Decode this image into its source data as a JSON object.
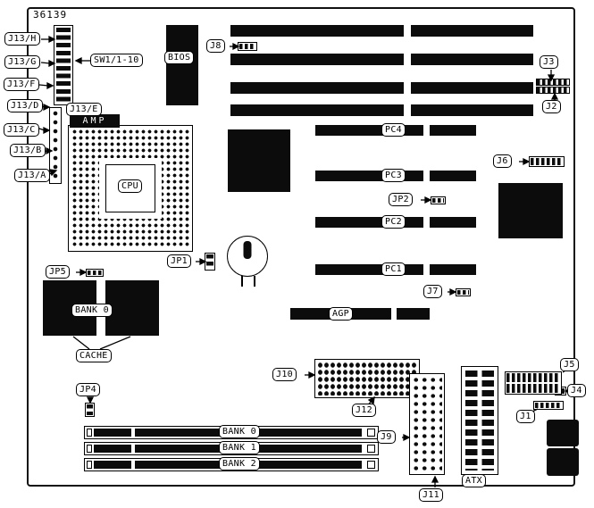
{
  "board": {
    "part_number": "36139"
  },
  "callouts": {
    "j13h": "J13/H",
    "j13g": "J13/G",
    "j13f": "J13/F",
    "j13d": "J13/D",
    "j13c": "J13/C",
    "j13b": "J13/B",
    "j13a": "J13/A",
    "j13e": "J13/E",
    "sw1": "SW1/1-10",
    "amp": "AMP",
    "bios": "BIOS",
    "cpu": "CPU",
    "j8": "J8",
    "j3": "J3",
    "j2": "J2",
    "j6": "J6",
    "j7": "J7",
    "jp1": "JP1",
    "jp2": "JP2",
    "jp4": "JP4",
    "jp5": "JP5",
    "pc4": "PC4",
    "pc3": "PC3",
    "pc2": "PC2",
    "pc1": "PC1",
    "agp": "AGP",
    "cache_bank": "BANK 0",
    "cache": "CACHE",
    "j10": "J10",
    "j12": "J12",
    "j9": "J9",
    "j11": "J11",
    "atx": "ATX",
    "j5": "J5",
    "j4": "J4",
    "j1": "J1",
    "bank0": "BANK 0",
    "bank1": "BANK 1",
    "bank2": "BANK 2"
  },
  "colors": {
    "chip": "#0c0c0c",
    "line": "#000000",
    "background": "#ffffff"
  }
}
